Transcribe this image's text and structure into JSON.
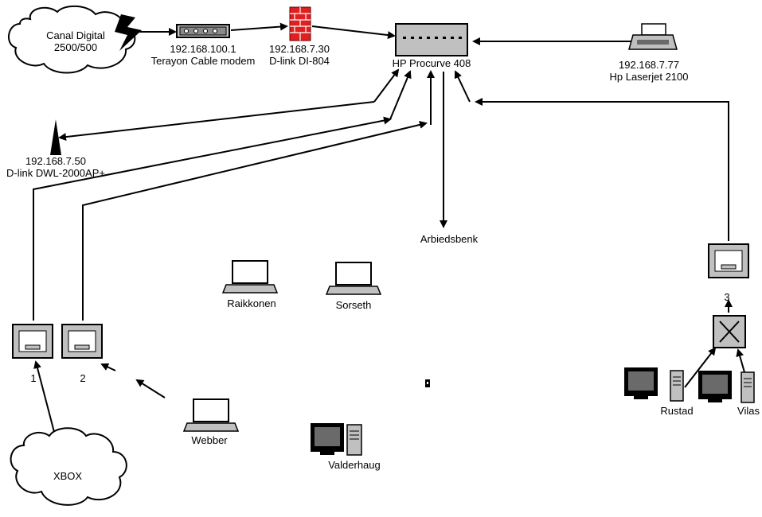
{
  "cloud_internet": {
    "line1": "Canal Digital",
    "line2": "2500/500"
  },
  "modem": {
    "ip": "192.168.100.1",
    "name": "Terayon Cable modem"
  },
  "router": {
    "ip": "192.168.7.30",
    "name": "D-link DI-804"
  },
  "switch_main": {
    "name": "HP Procurve 408"
  },
  "printer": {
    "ip": "192.168.7.77",
    "name": "Hp Laserjet 2100"
  },
  "access_point": {
    "ip": "192.168.7.50",
    "name": "D-link DWL-2000AP+"
  },
  "workbench": {
    "name": "Arbiedsbenk"
  },
  "wall_port_1": {
    "number": "1"
  },
  "wall_port_2": {
    "number": "2"
  },
  "wall_port_3": {
    "number": "3"
  },
  "laptops": [
    {
      "name": "Raikkonen"
    },
    {
      "name": "Sorseth"
    },
    {
      "name": "Webber"
    }
  ],
  "desktops": [
    {
      "name": "Valderhaug"
    },
    {
      "name": "Rustad"
    },
    {
      "name": "Vilas"
    }
  ],
  "cloud_xbox": {
    "name": "XBOX"
  },
  "colors": {
    "firewall_red": "#e02020",
    "device_grey": "#c0c0c0",
    "line": "#000000"
  }
}
